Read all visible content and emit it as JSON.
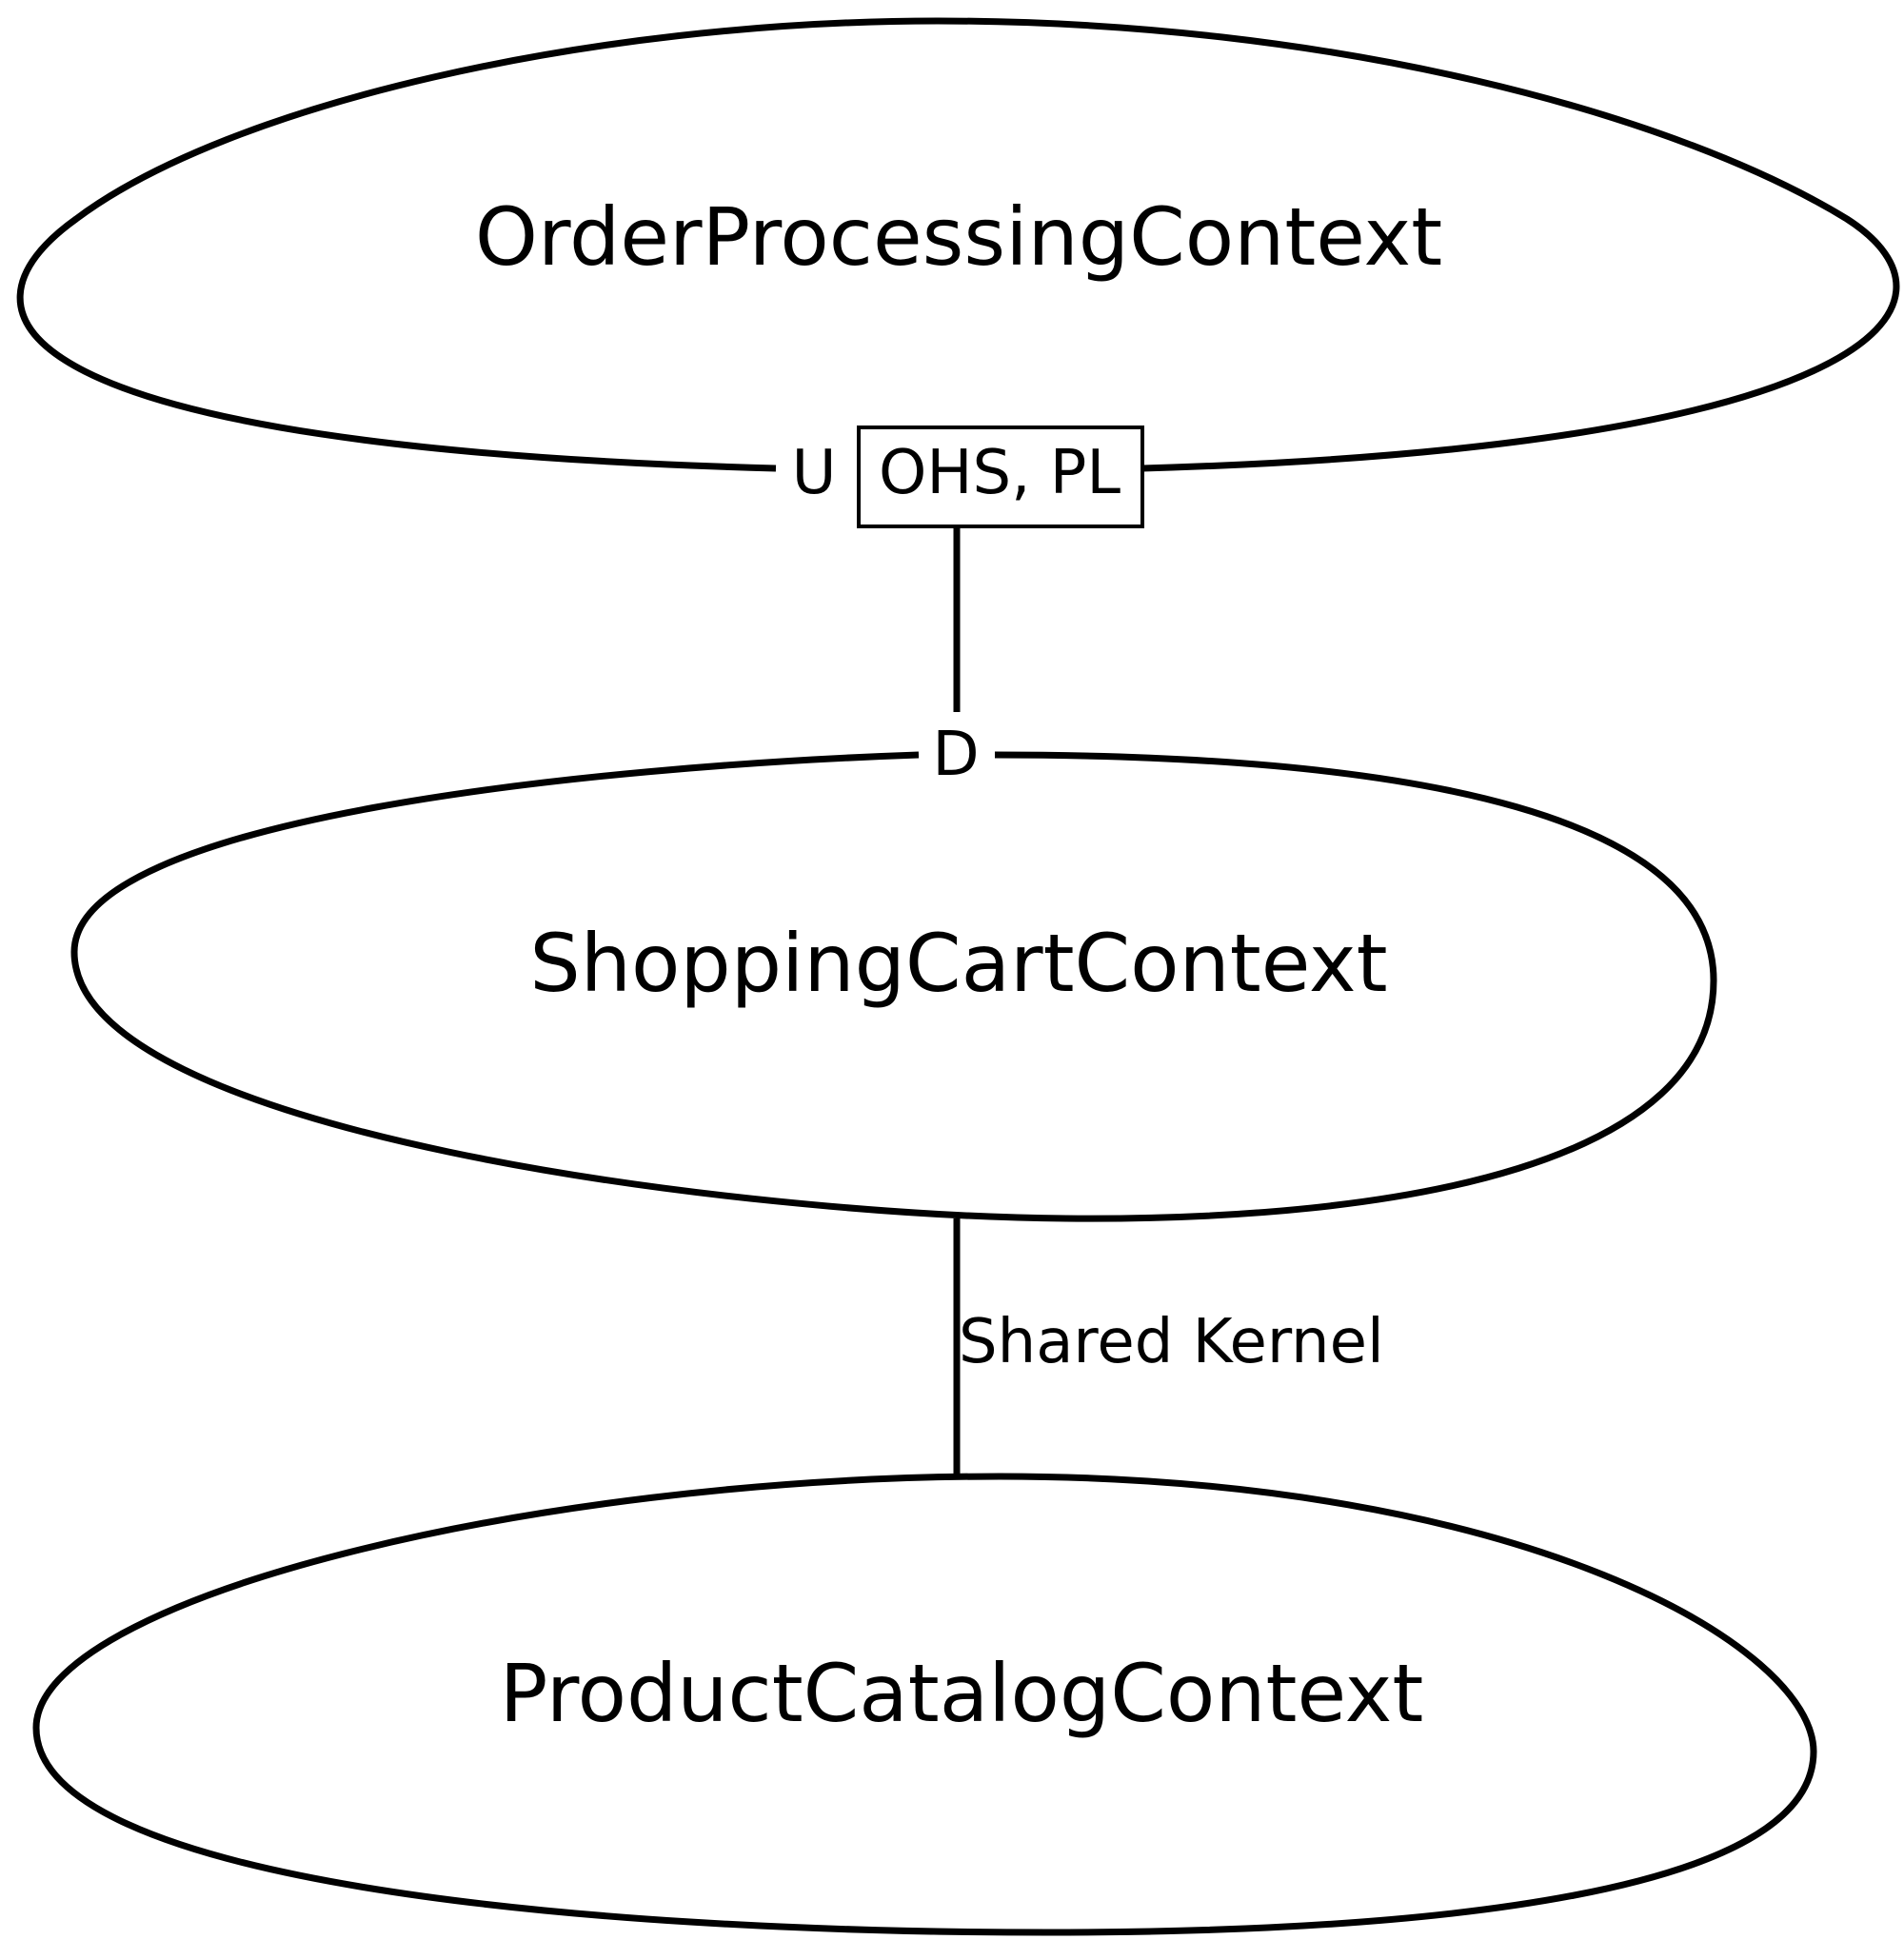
{
  "nodes": {
    "order_processing": {
      "label": "OrderProcessingContext"
    },
    "shopping_cart": {
      "label": "ShoppingCartContext"
    },
    "product_catalog": {
      "label": "ProductCatalogContext"
    }
  },
  "edges": {
    "upstream_downstream": {
      "upstream_marker": "U",
      "upstream_patterns": "OHS, PL",
      "downstream_marker": "D"
    },
    "shared_kernel": {
      "label": "Shared Kernel"
    }
  }
}
